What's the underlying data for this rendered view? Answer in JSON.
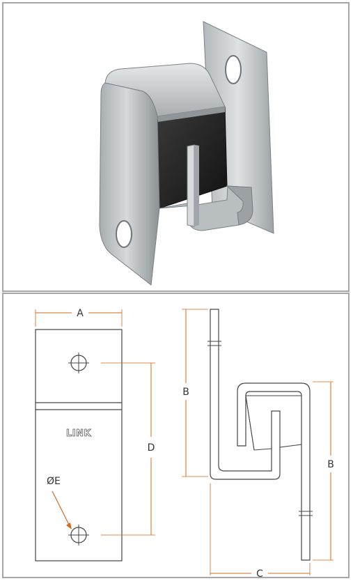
{
  "photo": {
    "subject": "Zinc-plated steel link bracket with black rubber insert"
  },
  "drawing": {
    "front_label": "LINK",
    "dimensions": {
      "width": "A",
      "height_side": "B",
      "height_side_right": "B",
      "depth": "C",
      "hole_spacing": "D",
      "hole_diameter": "ØE"
    }
  },
  "colors": {
    "outline": "#444444",
    "dimension_line": "#d2691e",
    "panel_border": "#a7a7a7",
    "rubber": "#1e1e1e",
    "steel_light": "#c9ccce",
    "steel_dark": "#8d9396"
  }
}
